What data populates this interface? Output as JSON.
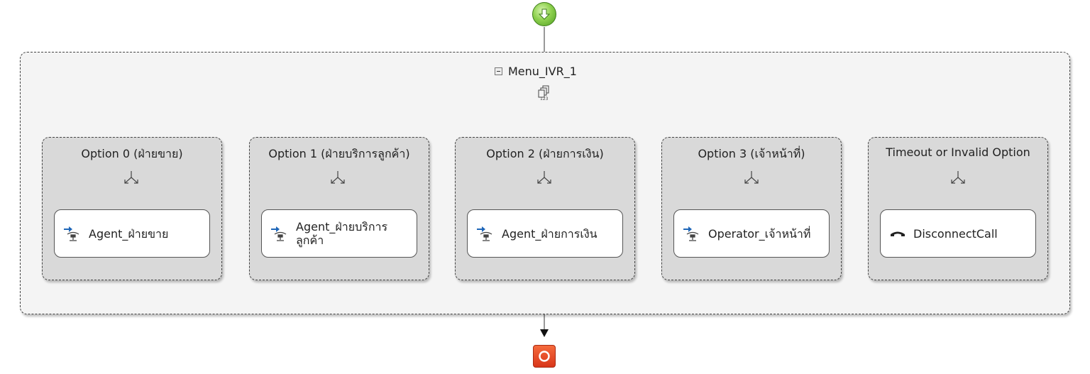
{
  "menu": {
    "title": "Menu_IVR_1"
  },
  "branches": [
    {
      "title": "Option 0 (ฝ่ายขาย)",
      "activity": "Agent_ฝ่ายขาย",
      "icon": "transfer-agent-icon"
    },
    {
      "title": "Option 1 (ฝ่ายบริการลูกค้า)",
      "activity": "Agent_ฝ่ายบริการ\nลูกค้า",
      "icon": "transfer-agent-icon"
    },
    {
      "title": "Option 2 (ฝ่ายการเงิน)",
      "activity": "Agent_ฝ่ายการเงิน",
      "icon": "transfer-agent-icon"
    },
    {
      "title": "Option 3 (เจ้าหน้าที่)",
      "activity": "Operator_เจ้าหน้าที่",
      "icon": "transfer-agent-icon"
    },
    {
      "title": "Timeout or Invalid Option",
      "activity": "DisconnectCall",
      "icon": "disconnect-phone-icon"
    }
  ],
  "icons": {
    "start": "start-arrow-icon",
    "end": "stop-icon",
    "menu": "menu-icon",
    "branch": "branch-split-icon"
  },
  "colors": {
    "start": "#6fbf3a",
    "end": "#e2431f",
    "outer_bg": "#f4f4f4",
    "branch_bg": "#d9d9d9",
    "border": "#444444",
    "transfer_arrow": "#1e66b8"
  }
}
